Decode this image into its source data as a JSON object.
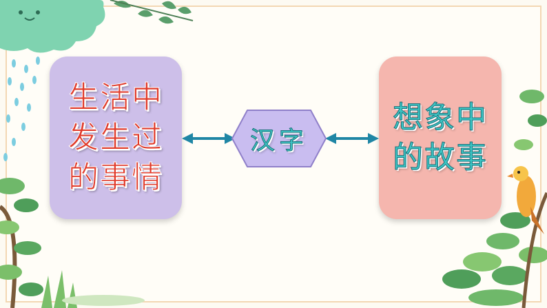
{
  "left_box": {
    "lines": [
      "生活中",
      "发生过",
      "的事情"
    ]
  },
  "center": {
    "label": "汉字"
  },
  "right_box": {
    "lines": [
      "想象中",
      "的故事"
    ]
  },
  "colors": {
    "left_box_fill": "#cdbfe9",
    "right_box_fill": "#f5b6ae",
    "hexagon_fill": "#c9bdf0",
    "arrow": "#1f86a5",
    "left_text": "#e03a2a",
    "center_text": "#3cc6c4",
    "right_text": "#3cc6c4"
  },
  "decorations": [
    "cloud-icon",
    "raindrops-icon",
    "leaves-icon",
    "tree-branch-icon",
    "bird-icon",
    "grass-icon"
  ]
}
